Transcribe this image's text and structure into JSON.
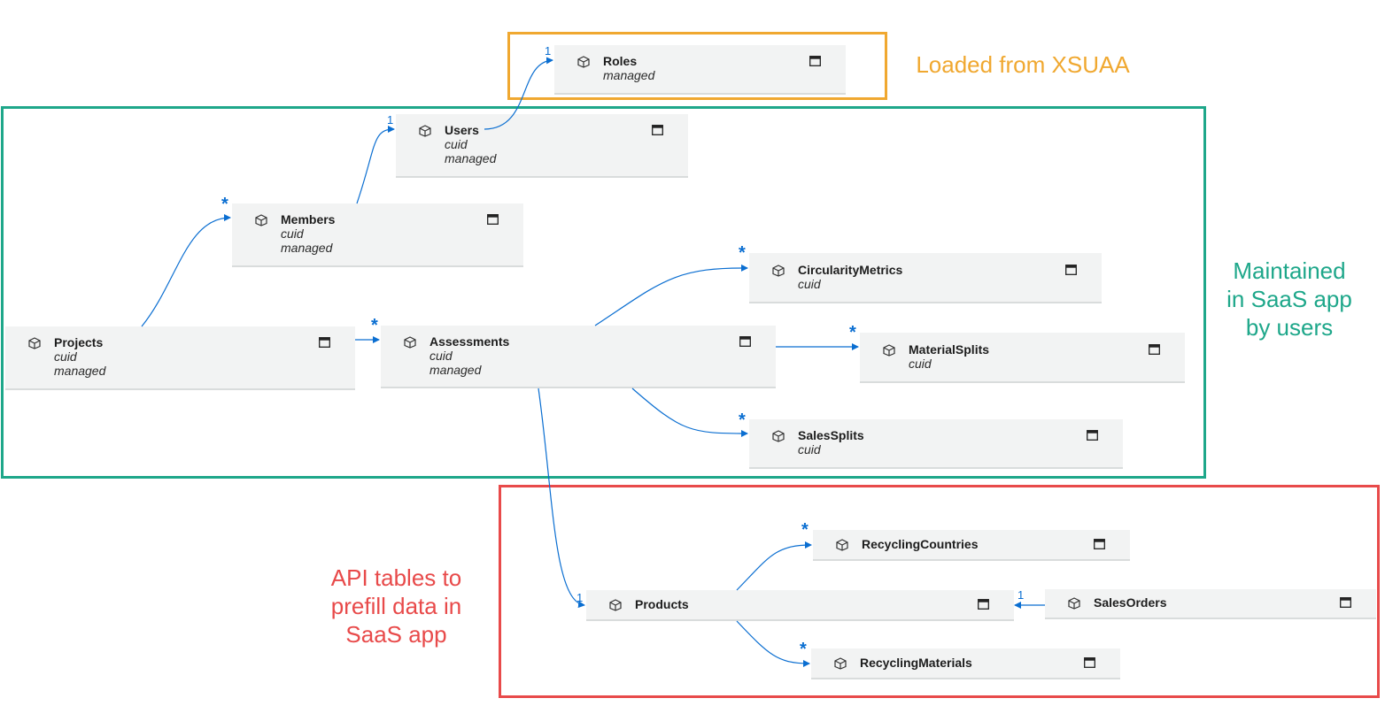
{
  "groups": {
    "xsuaa": {
      "label": "Loaded from XSUAA",
      "color": "#f0a830"
    },
    "saas": {
      "label_lines": [
        "Maintained",
        "in SaaS app",
        "by users"
      ],
      "color": "#1ea78a"
    },
    "api": {
      "label_lines": [
        "API tables to",
        "prefill data in",
        "SaaS app"
      ],
      "color": "#e84a4a"
    }
  },
  "entities": {
    "roles": {
      "name": "Roles",
      "aspects": [
        "managed"
      ]
    },
    "users": {
      "name": "Users",
      "aspects": [
        "cuid",
        "managed"
      ]
    },
    "members": {
      "name": "Members",
      "aspects": [
        "cuid",
        "managed"
      ]
    },
    "projects": {
      "name": "Projects",
      "aspects": [
        "cuid",
        "managed"
      ]
    },
    "assessments": {
      "name": "Assessments",
      "aspects": [
        "cuid",
        "managed"
      ]
    },
    "circularity_metrics": {
      "name": "CircularityMetrics",
      "aspects": [
        "cuid"
      ]
    },
    "material_splits": {
      "name": "MaterialSplits",
      "aspects": [
        "cuid"
      ]
    },
    "sales_splits": {
      "name": "SalesSplits",
      "aspects": [
        "cuid"
      ]
    },
    "recycling_countries": {
      "name": "RecyclingCountries",
      "aspects": []
    },
    "products": {
      "name": "Products",
      "aspects": []
    },
    "sales_orders": {
      "name": "SalesOrders",
      "aspects": []
    },
    "recycling_materials": {
      "name": "RecyclingMaterials",
      "aspects": []
    }
  },
  "cardinality": {
    "many": "*",
    "one": "1"
  },
  "icons": {
    "entity": "cube-icon",
    "table_view": "window-icon",
    "arrow": "arrowhead"
  },
  "colors": {
    "edge": "#0a6ed1",
    "entity_bg": "#f2f3f3"
  }
}
